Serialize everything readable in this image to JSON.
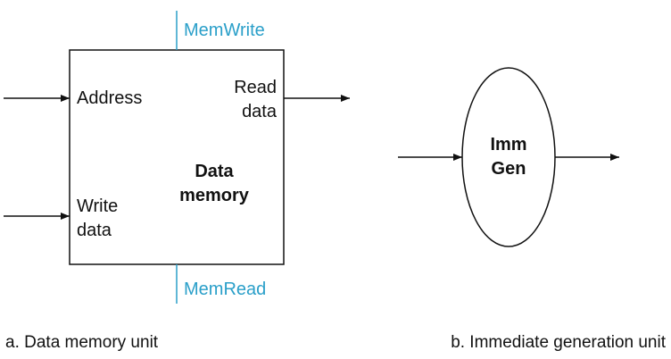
{
  "colors": {
    "control": "#2a9fc9",
    "line": "#111111"
  },
  "data_memory": {
    "control_top": "MemWrite",
    "control_bottom": "MemRead",
    "input_address": "Address",
    "input_write_line1": "Write",
    "input_write_line2": "data",
    "output_read_line1": "Read",
    "output_read_line2": "data",
    "title_line1": "Data",
    "title_line2": "memory"
  },
  "imm_gen": {
    "title_line1": "Imm",
    "title_line2": "Gen"
  },
  "captions": {
    "a": "a. Data memory unit",
    "b": "b. Immediate generation unit"
  }
}
